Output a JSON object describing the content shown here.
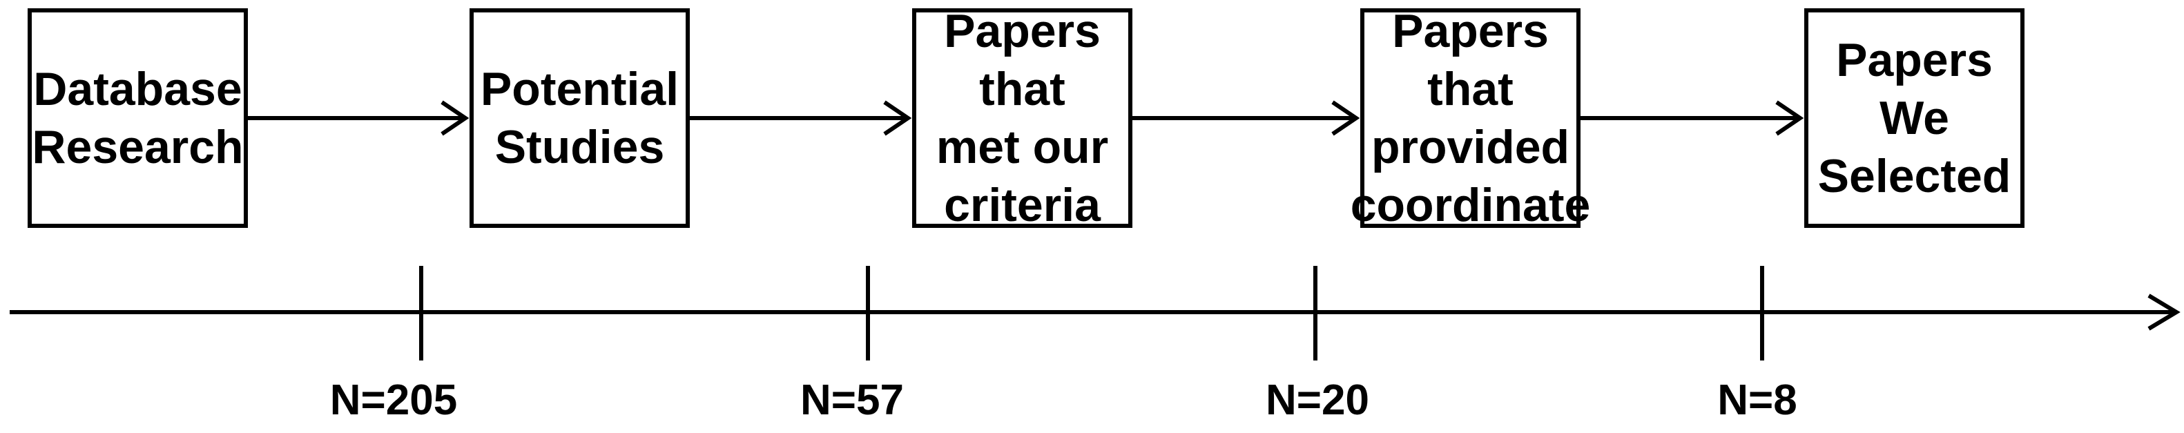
{
  "steps": [
    {
      "label": "Database\nResearch"
    },
    {
      "label": "Potential\nStudies"
    },
    {
      "label": "Papers that\nmet our\ncriteria"
    },
    {
      "label": "Papers that\nprovided\ncoordinate"
    },
    {
      "label": "Papers We\nSelected"
    }
  ],
  "counts": [
    {
      "label": "N=205"
    },
    {
      "label": "N=57"
    },
    {
      "label": "N=20"
    },
    {
      "label": "N=8"
    }
  ],
  "colors": {
    "stroke": "#000000",
    "background": "#ffffff"
  }
}
